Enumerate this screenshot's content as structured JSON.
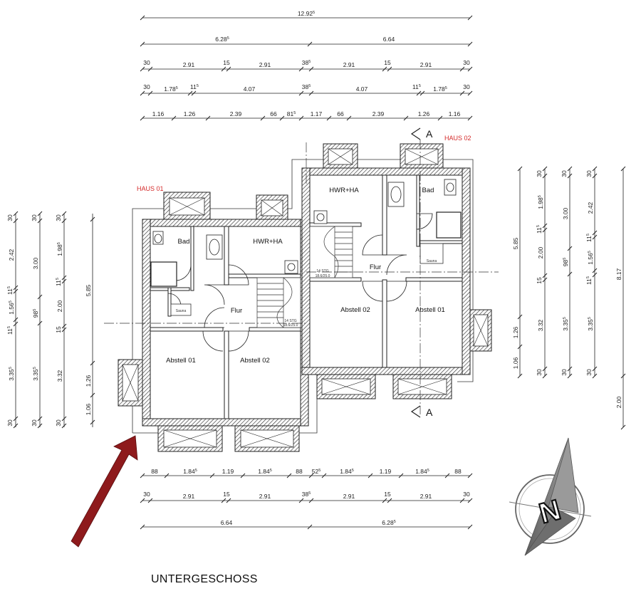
{
  "title": "UNTERGESCHOSS",
  "haus_labels": {
    "haus01": "HAUS 01",
    "haus02": "HAUS 02"
  },
  "section_marks": {
    "top": "A",
    "bottom": "A"
  },
  "compass": {
    "letter": "N"
  },
  "rooms": {
    "bad_left": "Bad",
    "hwr_left": "HWR+HA",
    "flur_left": "Flur",
    "abstell01_left": "Abstell 01",
    "abstell02_left": "Abstell 02",
    "sauna_left": "Sauna",
    "hwr_right": "HWR+HA",
    "bad_right": "Bad",
    "flur_right": "Flur",
    "abstell02_right": "Abstell 02",
    "abstell01_right": "Abstell 01",
    "sauna_right": "Sauna"
  },
  "stair_notes": {
    "left_a": "14 STG",
    "left_b": "18.6/25.0",
    "right_a": "14 STG",
    "right_b": "18.6/25.0"
  },
  "dims_top": [
    [
      {
        "t": "12.92",
        "s": "5"
      }
    ],
    [
      {
        "t": "6.28",
        "s": "5"
      },
      {
        "t": "6.64",
        "s": ""
      }
    ],
    [
      {
        "t": "30",
        "s": ""
      },
      {
        "t": "2.91",
        "s": ""
      },
      {
        "t": "15",
        "s": ""
      },
      {
        "t": "2.91",
        "s": ""
      },
      {
        "t": "38",
        "s": "5"
      },
      {
        "t": "2.91",
        "s": ""
      },
      {
        "t": "15",
        "s": ""
      },
      {
        "t": "2.91",
        "s": ""
      },
      {
        "t": "30",
        "s": ""
      }
    ],
    [
      {
        "t": "30",
        "s": ""
      },
      {
        "t": "1.78",
        "s": "5"
      },
      {
        "t": "11",
        "s": "5"
      },
      {
        "t": "4.07",
        "s": ""
      },
      {
        "t": "38",
        "s": "5"
      },
      {
        "t": "4.07",
        "s": ""
      },
      {
        "t": "11",
        "s": "5"
      },
      {
        "t": "1.78",
        "s": "5"
      },
      {
        "t": "30",
        "s": ""
      }
    ],
    [
      {
        "t": "1.16",
        "s": ""
      },
      {
        "t": "1.26",
        "s": ""
      },
      {
        "t": "2.39",
        "s": ""
      },
      {
        "t": "66",
        "s": ""
      },
      {
        "t": "81",
        "s": "5"
      },
      {
        "t": "1.17",
        "s": ""
      },
      {
        "t": "66",
        "s": ""
      },
      {
        "t": "2.39",
        "s": ""
      },
      {
        "t": "1.26",
        "s": ""
      },
      {
        "t": "1.16",
        "s": ""
      }
    ]
  ],
  "dims_bottom": [
    [
      {
        "t": "88",
        "s": ""
      },
      {
        "t": "1.84",
        "s": "5"
      },
      {
        "t": "1.19",
        "s": ""
      },
      {
        "t": "1.84",
        "s": "5"
      },
      {
        "t": "88",
        "s": ""
      },
      {
        "t": "52",
        "s": "5"
      },
      {
        "t": "1.84",
        "s": "5"
      },
      {
        "t": "1.19",
        "s": ""
      },
      {
        "t": "1.84",
        "s": "5"
      },
      {
        "t": "88",
        "s": ""
      }
    ],
    [
      {
        "t": "30",
        "s": ""
      },
      {
        "t": "2.91",
        "s": ""
      },
      {
        "t": "15",
        "s": ""
      },
      {
        "t": "2.91",
        "s": ""
      },
      {
        "t": "38",
        "s": "5"
      },
      {
        "t": "2.91",
        "s": ""
      },
      {
        "t": "15",
        "s": ""
      },
      {
        "t": "2.91",
        "s": ""
      },
      {
        "t": "30",
        "s": ""
      }
    ],
    [
      {
        "t": "6.64",
        "s": ""
      },
      {
        "t": "6.28",
        "s": "5"
      }
    ]
  ],
  "dims_left": [
    [
      {
        "t": "30",
        "s": ""
      },
      {
        "t": "2.42",
        "s": ""
      },
      {
        "t": "11",
        "s": "5"
      },
      {
        "t": "1.56",
        "s": "5"
      },
      {
        "t": "11",
        "s": "5"
      },
      {
        "t": "3.35",
        "s": "5"
      },
      {
        "t": "30",
        "s": ""
      }
    ],
    [
      {
        "t": "30",
        "s": ""
      },
      {
        "t": "3.00",
        "s": ""
      },
      {
        "t": "98",
        "s": "5"
      },
      {
        "t": "3.35",
        "s": "5"
      },
      {
        "t": "30",
        "s": ""
      }
    ],
    [
      {
        "t": "30",
        "s": ""
      },
      {
        "t": "1.98",
        "s": "5"
      },
      {
        "t": "11",
        "s": "5"
      },
      {
        "t": "2.00",
        "s": ""
      },
      {
        "t": "15",
        "s": ""
      },
      {
        "t": "3.32",
        "s": ""
      },
      {
        "t": "30",
        "s": ""
      }
    ],
    [
      {
        "t": "5.85",
        "s": ""
      },
      {
        "t": "1.26",
        "s": ""
      },
      {
        "t": "1.06",
        "s": ""
      }
    ]
  ],
  "dims_right": [
    [
      {
        "t": "1.06",
        "s": ""
      },
      {
        "t": "1.26",
        "s": ""
      },
      {
        "t": "5.85",
        "s": ""
      }
    ],
    [
      {
        "t": "30",
        "s": ""
      },
      {
        "t": "3.32",
        "s": ""
      },
      {
        "t": "15",
        "s": ""
      },
      {
        "t": "2.00",
        "s": ""
      },
      {
        "t": "11",
        "s": "5"
      },
      {
        "t": "1.98",
        "s": "5"
      },
      {
        "t": "30",
        "s": ""
      }
    ],
    [
      {
        "t": "30",
        "s": ""
      },
      {
        "t": "3.35",
        "s": "5"
      },
      {
        "t": "98",
        "s": "5"
      },
      {
        "t": "3.00",
        "s": ""
      },
      {
        "t": "30",
        "s": ""
      }
    ],
    [
      {
        "t": "30",
        "s": ""
      },
      {
        "t": "3.35",
        "s": "5"
      },
      {
        "t": "11",
        "s": "5"
      },
      {
        "t": "1.56",
        "s": "5"
      },
      {
        "t": "11",
        "s": "5"
      },
      {
        "t": "2.42",
        "s": ""
      },
      {
        "t": "30",
        "s": ""
      }
    ],
    [
      {
        "t": "2.00",
        "s": ""
      },
      {
        "t": "8.17",
        "s": ""
      }
    ]
  ],
  "colors": {
    "haus": "#d42a2a",
    "arrow": "#8e1a1c",
    "wall": "#333333",
    "compass": "#7a7a7a"
  }
}
